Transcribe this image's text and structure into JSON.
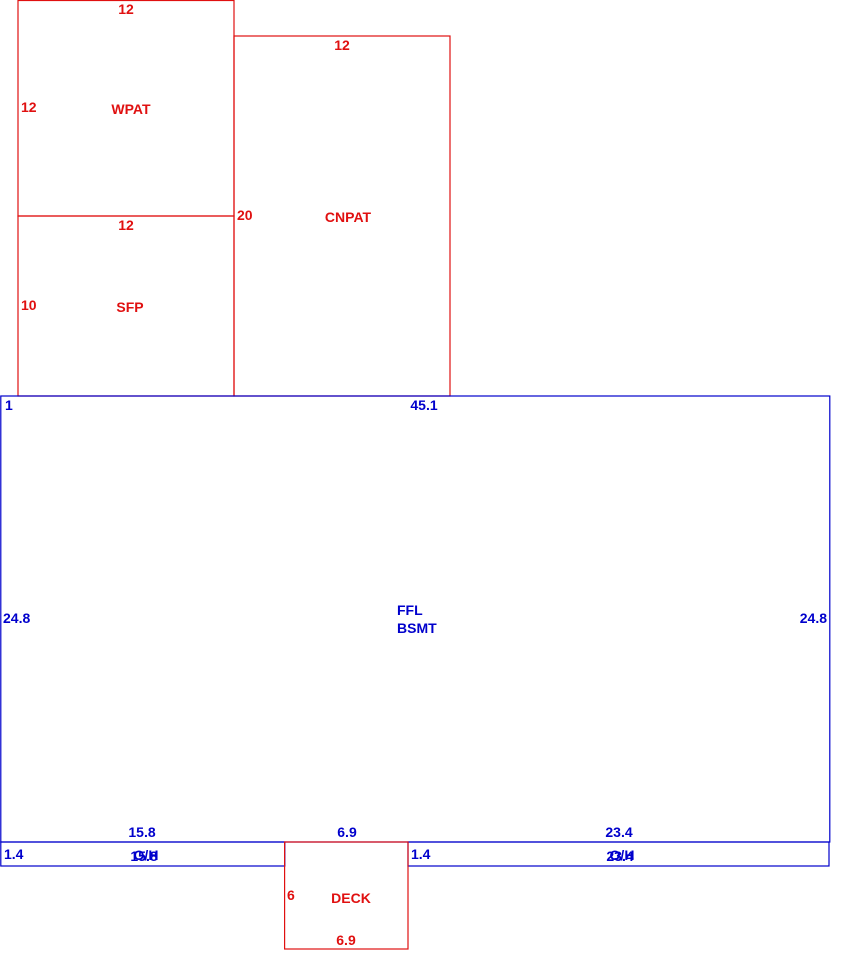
{
  "colors": {
    "addition": "#e01010",
    "main": "#0000cc"
  },
  "areas": {
    "wpat": {
      "label": "WPAT",
      "top": "12",
      "side": "12"
    },
    "sfp": {
      "label": "SFP",
      "top": "12",
      "side": "10"
    },
    "cnpat": {
      "label": "CNPAT",
      "top": "12",
      "side": "20"
    },
    "main": {
      "label_line1": "FFL",
      "label_line2": "BSMT",
      "top_left": "1",
      "top": "45.1",
      "left": "24.8",
      "right": "24.8"
    },
    "oh_left": {
      "width": "15.8",
      "side": "1.4",
      "label": "O/H",
      "overlap": "15.8"
    },
    "oh_right": {
      "width": "23.4",
      "side": "1.4",
      "label": "O/H",
      "overlap": "23.4"
    },
    "deck": {
      "label": "DECK",
      "top": "6.9",
      "bottom": "6.9",
      "side": "6"
    }
  }
}
